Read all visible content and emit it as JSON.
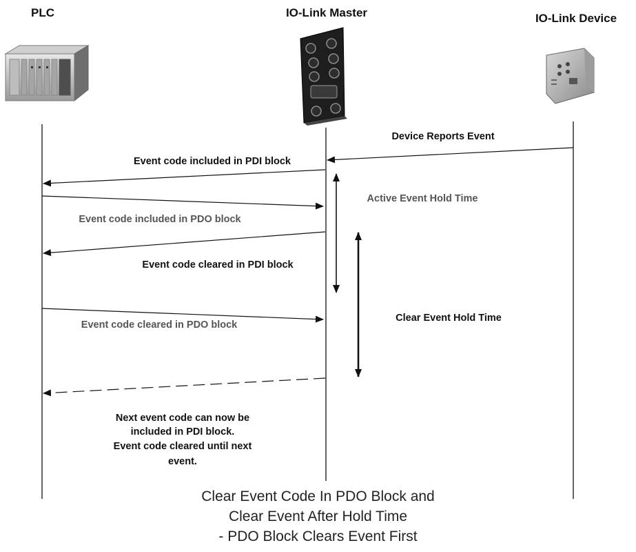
{
  "participants": {
    "plc": "PLC",
    "master": "IO-Link Master",
    "device": "IO-Link Device"
  },
  "messages": {
    "device_reports_event": "Device Reports Event",
    "pdi_included": "Event code included in PDI block",
    "pdo_included": "Event code included in PDO block",
    "pdi_cleared": "Event code cleared in PDI block",
    "pdo_cleared": "Event code cleared in PDO block"
  },
  "hold_times": {
    "active": "Active Event Hold Time",
    "clear": "Clear Event Hold Time"
  },
  "note": [
    "Next event code can now be",
    "included in PDI block.",
    "Event code cleared until next",
    "event."
  ],
  "caption": [
    "Clear Event Code In PDO Block and",
    "Clear Event After Hold Time",
    "- PDO Block Clears Event First"
  ],
  "colors": {
    "line": "#111111",
    "grey_text": "#555555"
  }
}
